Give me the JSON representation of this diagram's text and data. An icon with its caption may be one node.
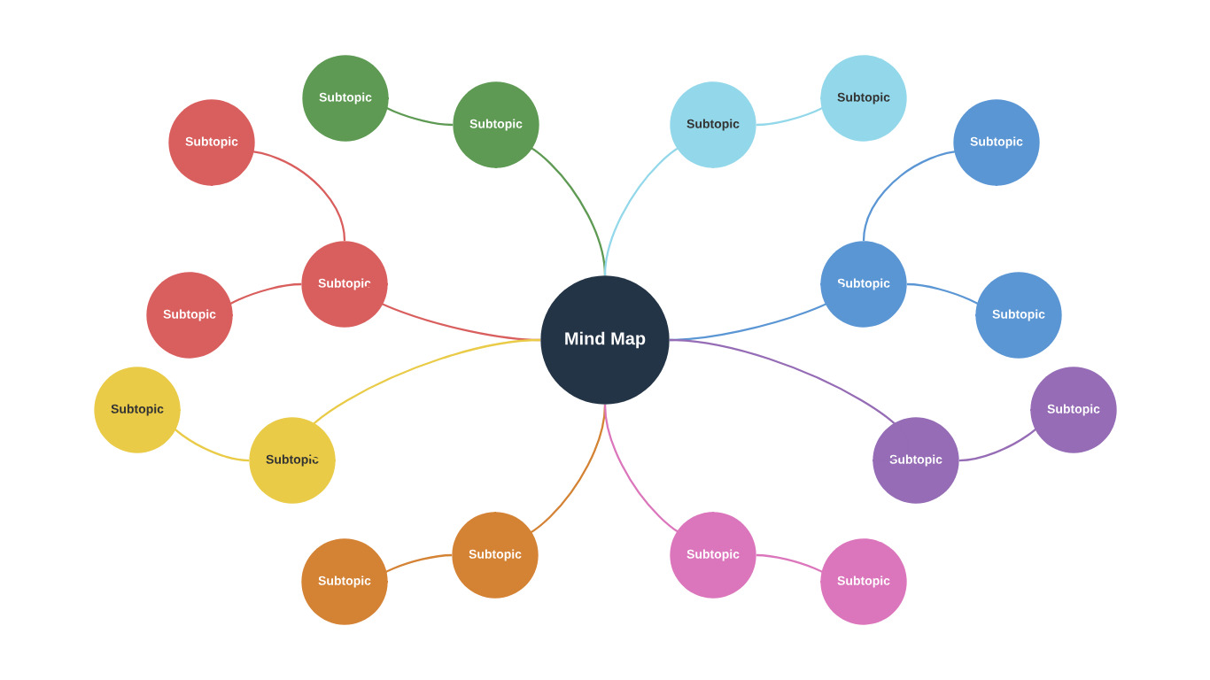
{
  "diagram": {
    "nodes": [
      {
        "text": [
          "Mind Map"
        ]
      },
      {
        "text": [
          "Subtopic"
        ]
      },
      {
        "text": [
          "Subtopic"
        ]
      },
      {
        "text": [
          "Subtopic"
        ]
      },
      {
        "text": [
          "Subtopic"
        ]
      },
      {
        "text": [
          "Subtopic"
        ]
      },
      {
        "text": [
          "Subtopic"
        ]
      },
      {
        "text": [
          "Subtopic"
        ]
      },
      {
        "text": [
          "Subtopic"
        ]
      },
      {
        "text": [
          "Subtopic"
        ]
      },
      {
        "text": [
          "Subtopic"
        ]
      },
      {
        "text": [
          "Subtopic"
        ]
      },
      {
        "text": [
          "Subtopic"
        ]
      },
      {
        "text": [
          "Subtopic"
        ]
      },
      {
        "text": [
          "Subtopic"
        ]
      },
      {
        "text": [
          "Subtopic"
        ]
      },
      {
        "text": [
          "Subtopic"
        ]
      },
      {
        "text": [
          "Subtopic"
        ]
      },
      {
        "text": [
          "Subtopic"
        ]
      }
    ],
    "edges": [
      {
        "from": 0,
        "to": 1,
        "arrow": "none",
        "color": "#5e9a53"
      },
      {
        "from": 1,
        "to": 2,
        "arrow": "none",
        "color": "#5e9a53"
      },
      {
        "from": 0,
        "to": 3,
        "arrow": "none",
        "color": "#93d8ea"
      },
      {
        "from": 3,
        "to": 4,
        "arrow": "none",
        "color": "#93d8ea"
      },
      {
        "from": 0,
        "to": 5,
        "arrow": "none",
        "color": "#d95f5e"
      },
      {
        "from": 5,
        "to": 6,
        "arrow": "none",
        "color": "#d95f5e"
      },
      {
        "from": 5,
        "to": 7,
        "arrow": "none",
        "color": "#d95f5e"
      },
      {
        "from": 0,
        "to": 8,
        "arrow": "none",
        "color": "#5b96d4"
      },
      {
        "from": 8,
        "to": 9,
        "arrow": "none",
        "color": "#5b96d4"
      },
      {
        "from": 8,
        "to": 10,
        "arrow": "none",
        "color": "#5b96d4"
      },
      {
        "from": 0,
        "to": 11,
        "arrow": "none",
        "color": "#e9cb47"
      },
      {
        "from": 11,
        "to": 12,
        "arrow": "none",
        "color": "#e9cb47"
      },
      {
        "from": 0,
        "to": 13,
        "arrow": "none",
        "color": "#956cb5"
      },
      {
        "from": 13,
        "to": 14,
        "arrow": "none",
        "color": "#956cb5"
      },
      {
        "from": 0,
        "to": 15,
        "arrow": "none",
        "color": "#d48234"
      },
      {
        "from": 15,
        "to": 16,
        "arrow": "none",
        "color": "#d48234"
      },
      {
        "from": 0,
        "to": 17,
        "arrow": "none",
        "color": "#dc76bc"
      },
      {
        "from": 17,
        "to": 18,
        "arrow": "none",
        "color": "#dc76bc"
      }
    ]
  }
}
